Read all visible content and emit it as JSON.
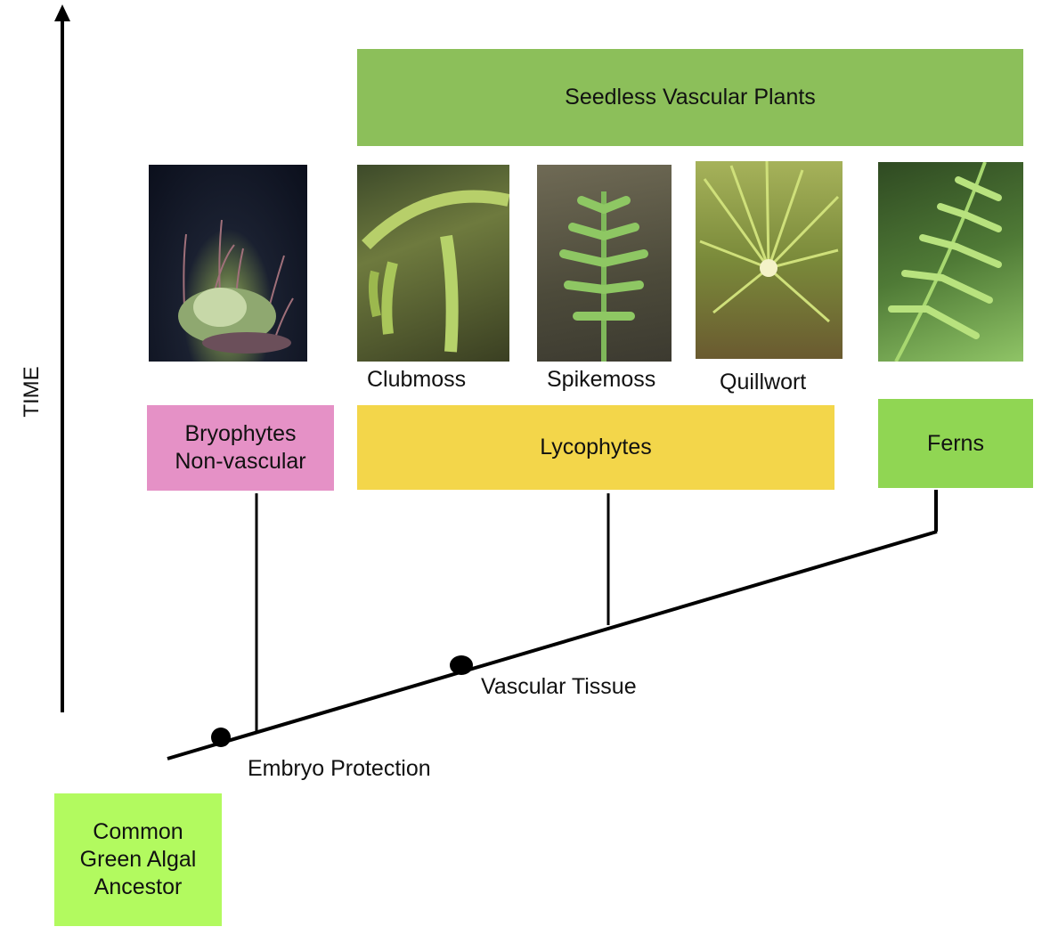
{
  "axis": {
    "label": "TIME",
    "icon": "arrow-up-icon"
  },
  "header_box": {
    "label": "Seedless Vascular Plants",
    "color": "#8cbf5a"
  },
  "photos": [
    {
      "name": "moss",
      "caption": ""
    },
    {
      "name": "clubmoss",
      "caption": "Clubmoss"
    },
    {
      "name": "spikemoss",
      "caption": "Spikemoss"
    },
    {
      "name": "quillwort",
      "caption": "Quillwort"
    },
    {
      "name": "fern",
      "caption": ""
    }
  ],
  "groups": [
    {
      "label_lines": [
        "Bryophytes",
        "Non-vascular"
      ],
      "color": "#e591c6"
    },
    {
      "label_lines": [
        "Lycophytes"
      ],
      "color": "#f3d64a"
    },
    {
      "label_lines": [
        "Ferns"
      ],
      "color": "#90d653"
    }
  ],
  "ancestor": {
    "label_lines": [
      "Common",
      "Green Algal",
      "Ancestor"
    ],
    "color": "#b2fa5f"
  },
  "traits": [
    {
      "label": "Embryo Protection"
    },
    {
      "label": "Vascular Tissue"
    }
  ]
}
